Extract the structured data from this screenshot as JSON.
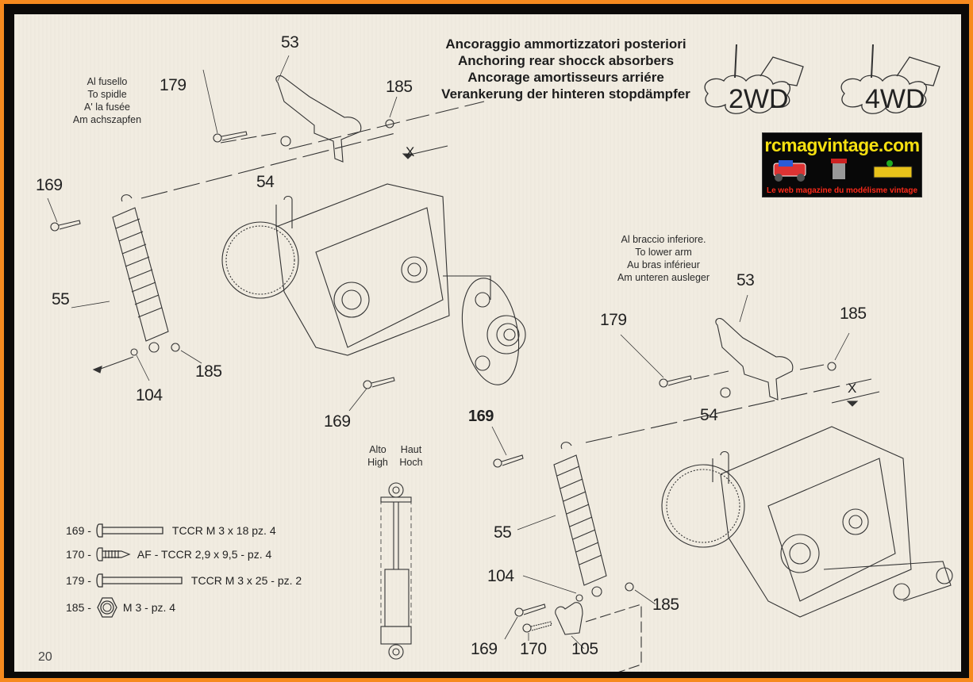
{
  "document": {
    "page_number": "20",
    "title_lines": [
      "Ancoraggio ammortizzatori posteriori",
      "Anchoring rear shocck absorbers",
      "Ancorage amortisseurs arriére",
      "Verankerung der hinteren stopdämpfer"
    ],
    "badges": [
      "2WD",
      "4WD"
    ],
    "logo": {
      "site": "rcmagvintage.com",
      "tagline": "Le web magazine du modélisme vintage"
    },
    "notes": {
      "spindle": [
        "Al fusello",
        "To spidle",
        "A' la fusée",
        "Am achszapfen"
      ],
      "lower_arm": [
        "Al braccio inferiore.",
        "To lower arm",
        "Au bras inférieur",
        "Am unteren ausleger"
      ],
      "height": {
        "col1": [
          "Alto",
          "High"
        ],
        "col2": [
          "Haut",
          "Hoch"
        ]
      }
    },
    "callouts": {
      "top_53": "53",
      "top_179": "179",
      "top_185": "185",
      "top_54": "54",
      "top_x": "X",
      "left_169": "169",
      "left_55": "55",
      "left_185": "185",
      "left_104": "104",
      "mid_169": "169",
      "bold_169": "169",
      "right_53": "53",
      "right_179": "179",
      "right_185": "185",
      "right_54": "54",
      "right_x": "X",
      "bottom_55": "55",
      "bottom_104": "104",
      "bottom_185": "185",
      "bottom_169": "169",
      "bottom_170": "170",
      "bottom_105": "105"
    },
    "parts_list": [
      {
        "num": "169 -",
        "desc": "TCCR M 3 x 18 pz. 4",
        "type": "screw-short"
      },
      {
        "num": "170 -",
        "desc": "AF - TCCR  2,9 x 9,5 - pz. 4",
        "type": "self-tapping"
      },
      {
        "num": "179 -",
        "desc": "TCCR M 3 x 25 - pz. 2",
        "type": "screw-long"
      },
      {
        "num": "185 -",
        "desc": "M 3 - pz. 4",
        "type": "nut"
      }
    ],
    "colors": {
      "frame_outer": "#f68a1e",
      "frame_inner": "#0c0a08",
      "paper": "#f1ece1",
      "logo_yellow": "#f6e010",
      "logo_red": "#ff2a1a"
    }
  }
}
